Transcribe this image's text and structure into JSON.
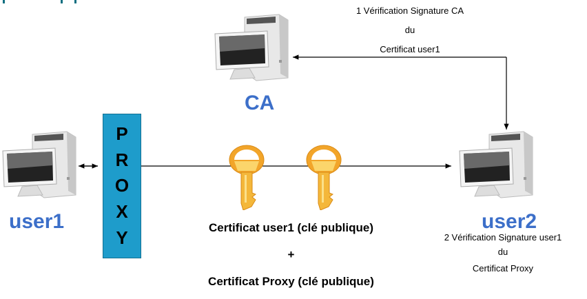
{
  "nodes": {
    "ca": "CA",
    "user1": "user1",
    "user2": "user2"
  },
  "proxy": {
    "letters": [
      "P",
      "R",
      "O",
      "X",
      "Y"
    ]
  },
  "step1": [
    "1 Vérification Signature CA",
    "du",
    "Certificat user1"
  ],
  "step2": [
    "2 Vérification Signature user1",
    "du",
    "Certificat Proxy"
  ],
  "certs": {
    "line1": "Certificat user1 (clé publique)",
    "plus": "+",
    "line2": "Certificat Proxy (clé publique)"
  },
  "colors": {
    "label": "#3c6fc9",
    "proxy": "#1e9ccb",
    "key": "#f2b233"
  }
}
